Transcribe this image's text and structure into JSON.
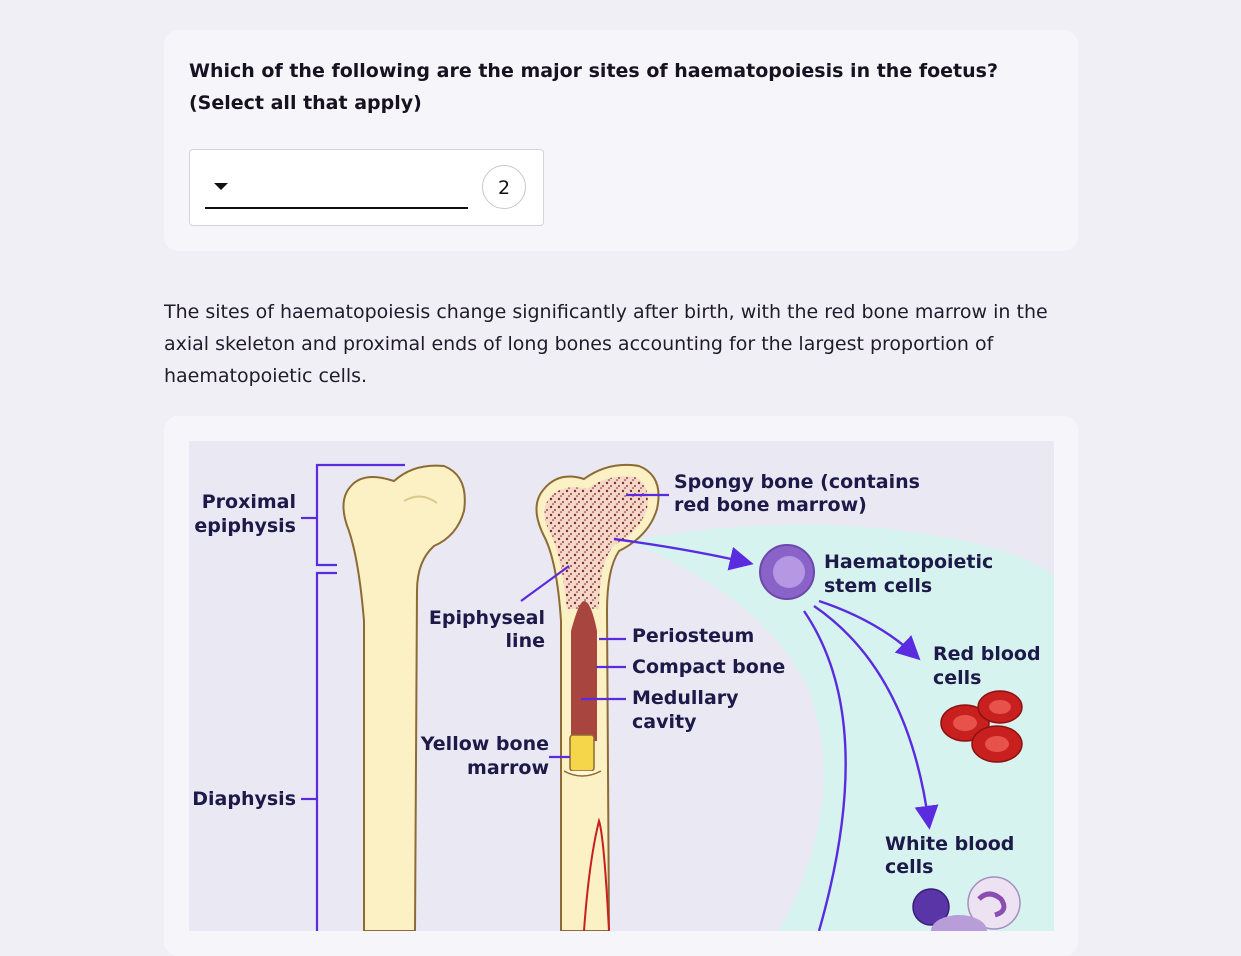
{
  "question": {
    "text": "Which of the following are the major sites of haematopoiesis in the foetus? (Select all that apply)"
  },
  "dropdown": {
    "selected_value": "",
    "selection_count": "2"
  },
  "explanation": {
    "text": "The sites of haematopoiesis change significantly after birth, with the red bone marrow in the axial skeleton and proximal ends of long bones accounting for the largest proportion of haematopoietic cells."
  },
  "figure": {
    "labels": {
      "proximal_epiphysis_1": "Proximal",
      "proximal_epiphysis_2": "epiphysis",
      "diaphysis": "Diaphysis",
      "epiphyseal_line_1": "Epiphyseal",
      "epiphyseal_line_2": "line",
      "yellow_marrow_1": "Yellow bone",
      "yellow_marrow_2": "marrow",
      "spongy_bone_1": "Spongy bone (contains",
      "spongy_bone_2": "red bone marrow)",
      "periosteum": "Periosteum",
      "compact_bone": "Compact bone",
      "medullary_1": "Medullary",
      "medullary_2": "cavity",
      "stem_cells_1": "Haematopoietic",
      "stem_cells_2": "stem cells",
      "rbc_1": "Red blood",
      "rbc_2": "cells",
      "wbc_1": "White blood",
      "wbc_2": "cells"
    },
    "colors": {
      "background": "#eae8f2",
      "bone": "#fbf1c4",
      "bone_outline": "#8c6b34",
      "accent": "#5b2be0",
      "marrow": "#a8453f",
      "teal_region": "#d6f3ef",
      "rbc": "#c8201e",
      "stem_cell": "#8a63c9"
    }
  }
}
